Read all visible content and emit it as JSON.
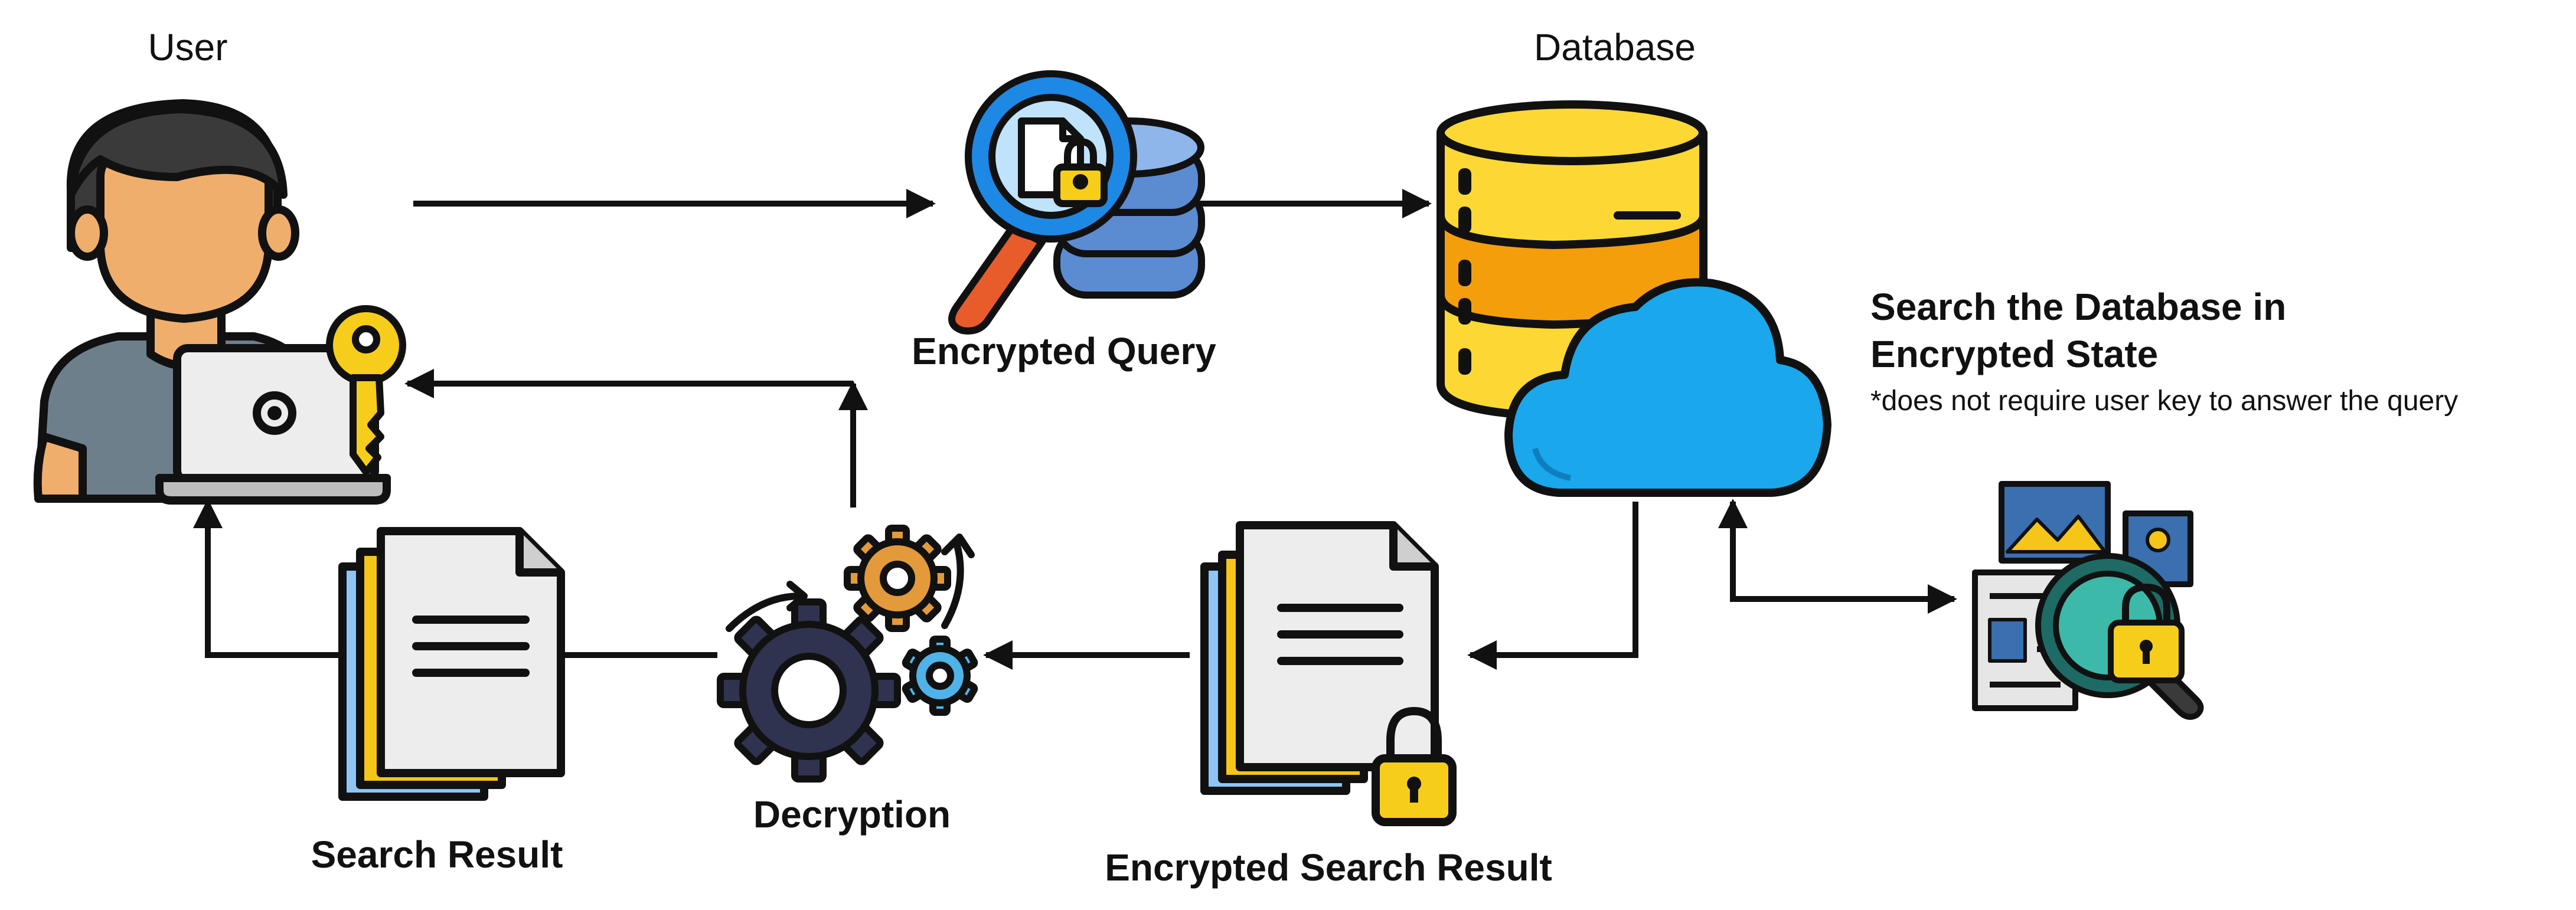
{
  "labels": {
    "user": "User",
    "database": "Database",
    "encrypted_query": "Encrypted Query",
    "decryption": "Decryption",
    "search_result": "Search Result",
    "encrypted_search_result": "Encrypted Search Result",
    "search_title_line1": "Search the Database in",
    "search_title_line2": "Encrypted State",
    "search_note": "*does not require user key to answer the query"
  },
  "colors": {
    "outline": "#111111",
    "skin": "#EFAE6C",
    "hair": "#3A3A3A",
    "shirt": "#6E7F8C",
    "key": "#F7CD1C",
    "db_top": "#FDD835",
    "db_mid": "#F59E0B",
    "cloud": "#1AA7EC",
    "lens": "#1E88E5",
    "stack_blue": "#5B8BD0",
    "gear_dark": "#2F3350",
    "gear_orange": "#E39A3B",
    "gear_blue": "#4FB3E8",
    "paper": "#EDEDED",
    "doc_yellow": "#F5C518",
    "doc_blue": "#8EC5F5",
    "padlock": "#F7CD1C",
    "magnifier_teal": "#3CB9A9"
  },
  "icons": [
    "user-icon",
    "laptop-icon",
    "key-icon",
    "encrypted-query-icon",
    "database-icon",
    "cloud-icon",
    "decryption-gears-icon",
    "search-result-documents-icon",
    "encrypted-result-documents-icon",
    "padlock-icon",
    "encrypted-image-search-icon"
  ]
}
